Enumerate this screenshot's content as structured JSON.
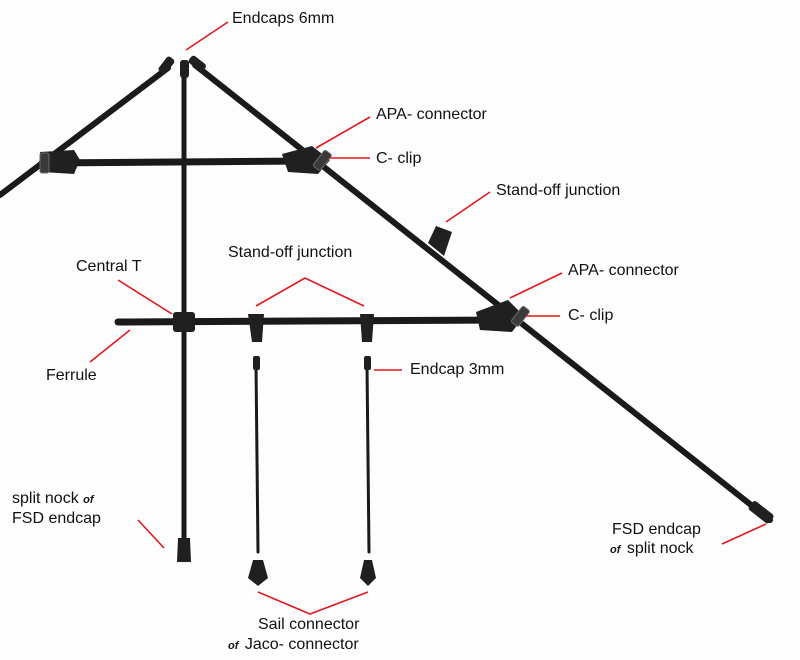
{
  "labels": {
    "endcaps_6mm": "Endcaps 6mm",
    "apa_connector_top": "APA- connector",
    "c_clip_top": "C- clip",
    "standoff_junction_right": "Stand-off junction",
    "central_t": "Central T",
    "standoff_junction_center": "Stand-off junction",
    "apa_connector_lower": "APA- connector",
    "c_clip_lower": "C- clip",
    "ferrule": "Ferrule",
    "endcap_3mm": "Endcap 3mm",
    "split_nock_line1": "split nock",
    "split_nock_of": "of",
    "split_nock_line2": "FSD endcap",
    "fsd_endcap_line1": "FSD endcap",
    "fsd_endcap_of": "of",
    "fsd_endcap_line2": "split nock",
    "sail_connector_line1": "Sail connector",
    "sail_connector_of": "of",
    "sail_connector_line2": "Jaco- connector"
  },
  "colors": {
    "rod": "#1a1a1a",
    "leader_line": "#e0181e",
    "background": "#fdfdfd"
  }
}
